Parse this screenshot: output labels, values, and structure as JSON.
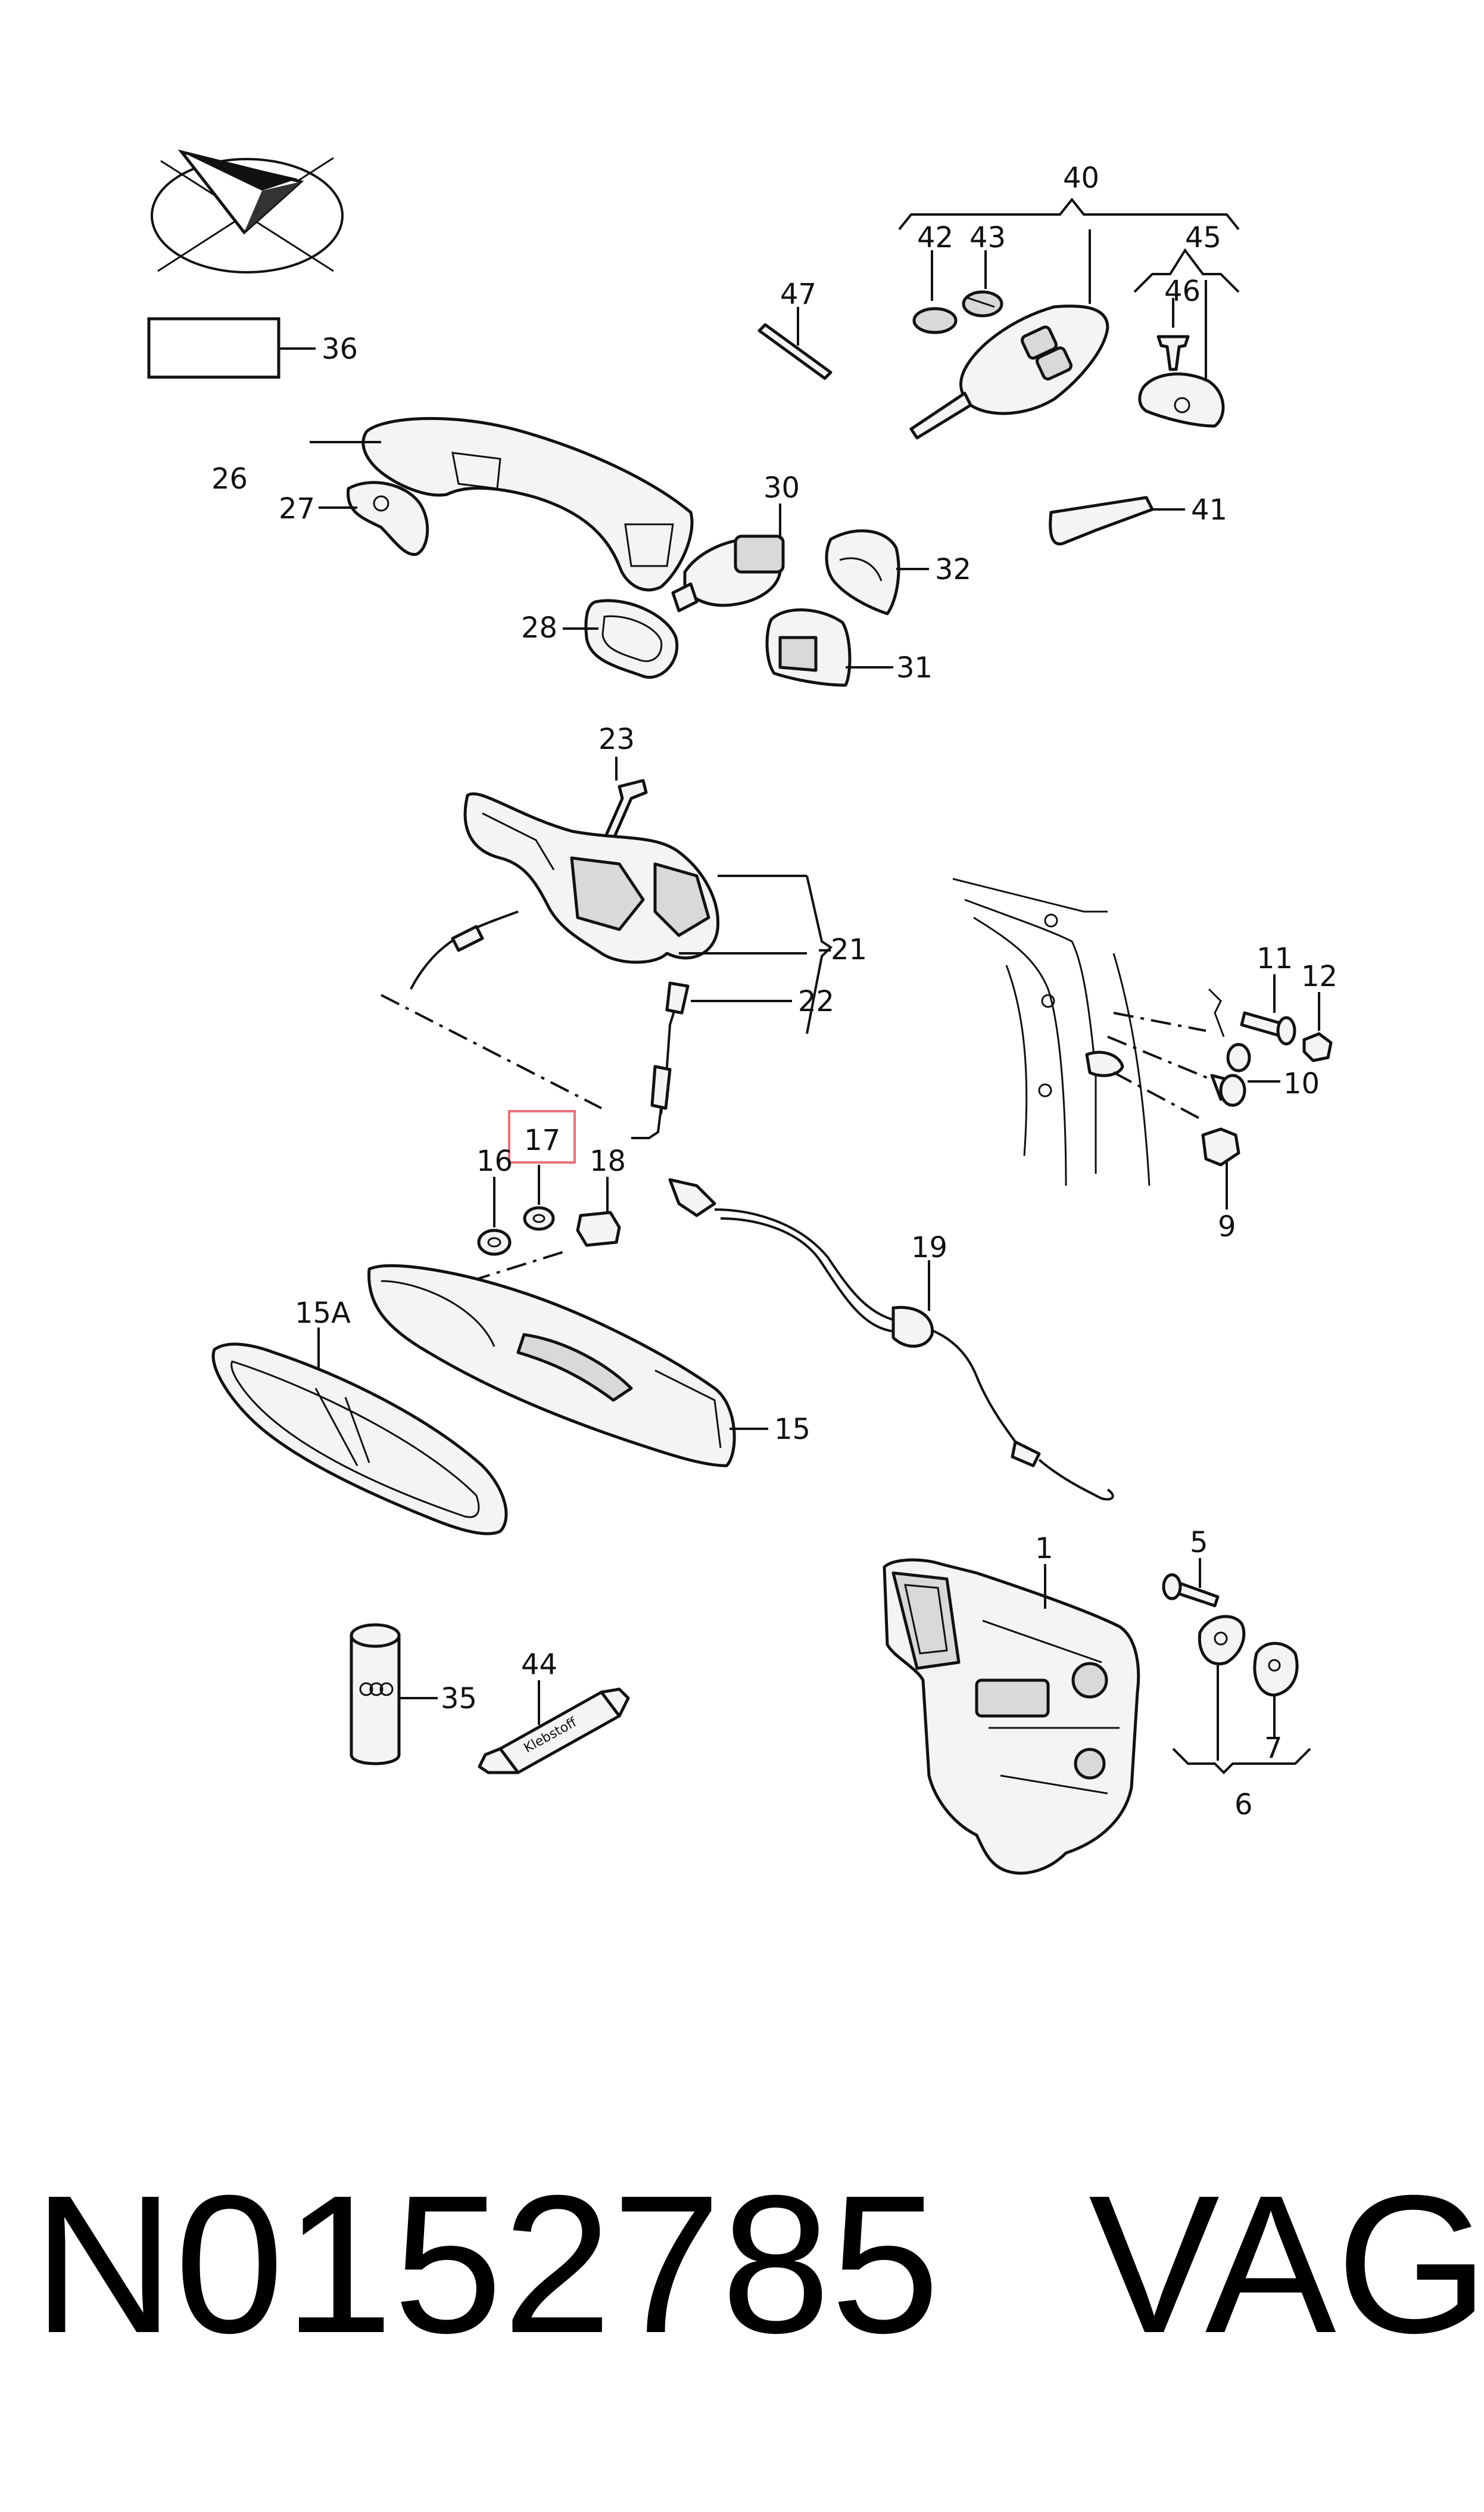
{
  "labels": {
    "l1": "1",
    "l5": "5",
    "l6": "6",
    "l7": "7",
    "l9": "9",
    "l10": "10",
    "l11": "11",
    "l12": "12",
    "l15": "15",
    "l15a": "15A",
    "l16": "16",
    "l17": "17",
    "l18": "18",
    "l19": "19",
    "l21": "21",
    "l22": "22",
    "l23": "23",
    "l26": "26",
    "l27": "27",
    "l28": "28",
    "l30": "30",
    "l31": "31",
    "l32": "32",
    "l35": "35",
    "l36": "36",
    "l40": "40",
    "l41": "41",
    "l42": "42",
    "l43": "43",
    "l44": "44",
    "l45": "45",
    "l46": "46",
    "l47": "47"
  },
  "tube_text": "Klebstoff",
  "highlighted_label": "17",
  "highlight_color": "#e8707a",
  "footer": {
    "part_number": "N0152785",
    "brand": "VAG"
  }
}
